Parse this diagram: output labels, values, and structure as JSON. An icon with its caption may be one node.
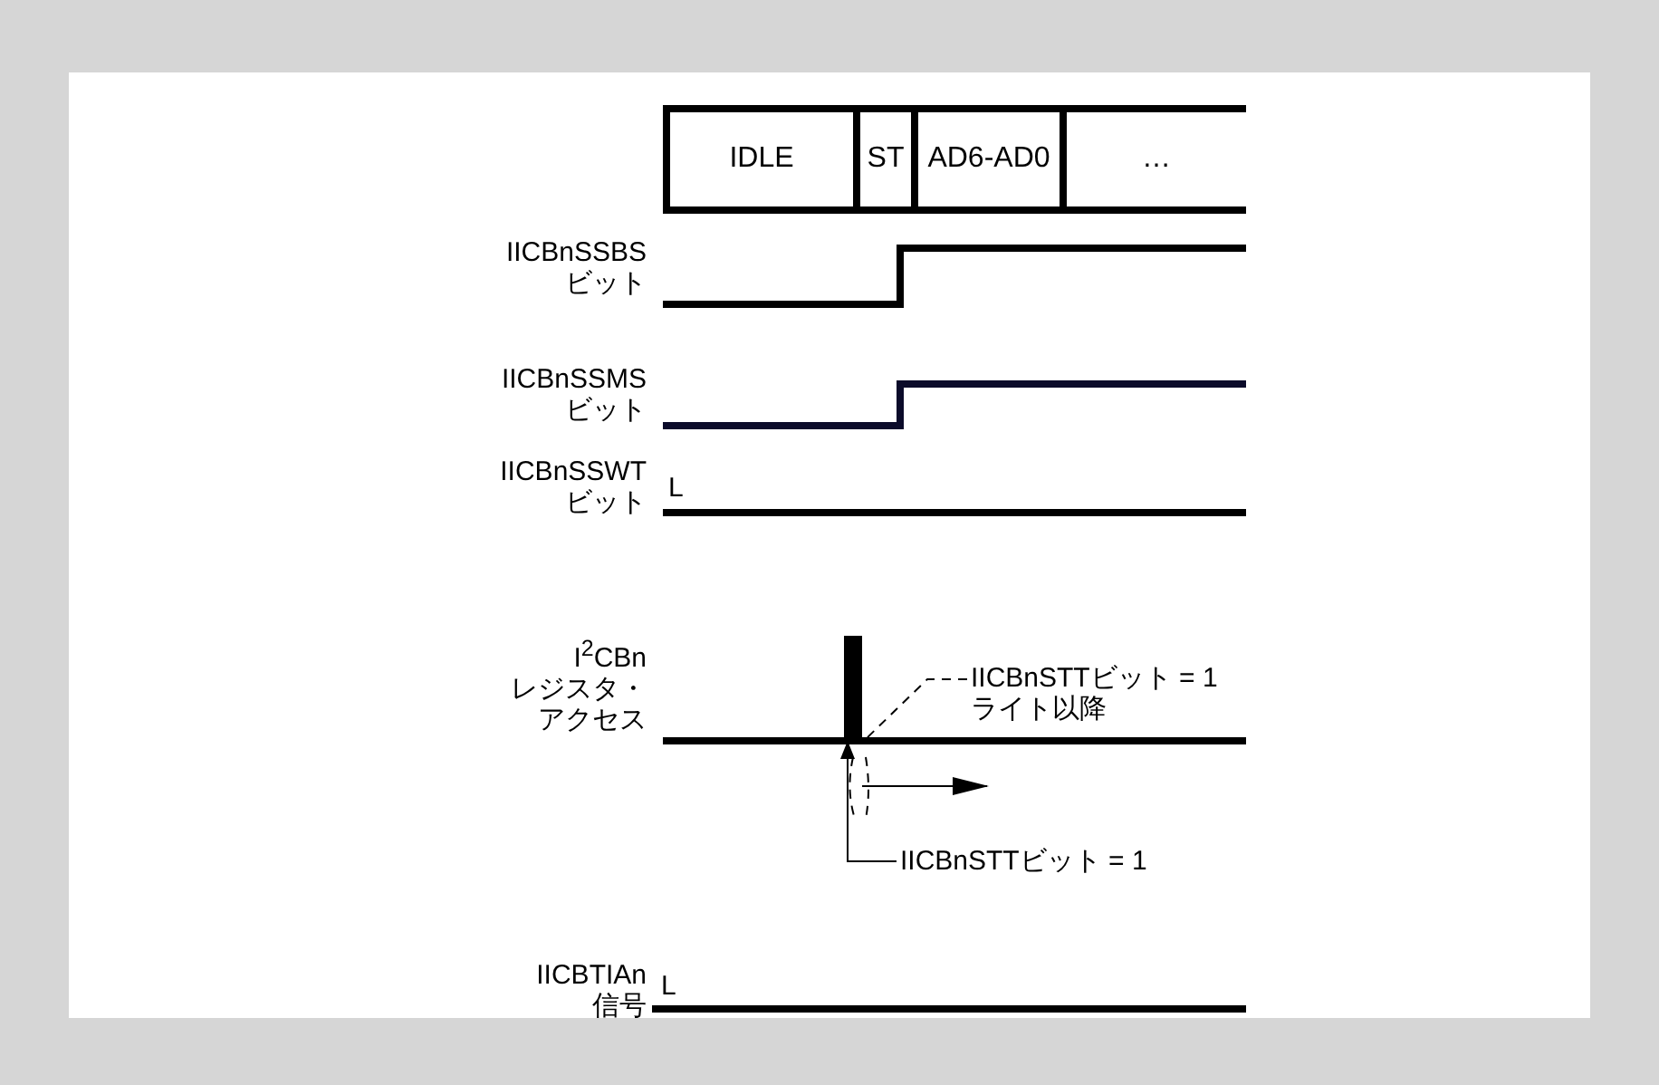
{
  "diagram": {
    "nodes": [
      {
        "text": [
          "IDLE"
        ]
      },
      {
        "text": [
          "ST"
        ]
      },
      {
        "text": [
          "AD6-AD0"
        ]
      },
      {
        "text": [
          "…"
        ]
      },
      {
        "text": [
          "IICBnSTTビット = 1ライト以降"
        ]
      },
      {
        "text": [],
        "shape": "bar"
      },
      {
        "text": [
          "IICBnSTTビット = 1"
        ]
      }
    ],
    "edges": [
      {
        "from": 6,
        "to": 5,
        "arrow": "to"
      },
      {
        "from": 4,
        "to": 5,
        "arrow": "none",
        "style": "dashed"
      }
    ],
    "labels": [
      "IICBnSSBS ビット",
      "IICBnSSMS ビット",
      "IICBnSSWT ビット",
      "L",
      "I$^{2}$CBn レジスタ・アクセス",
      "IICBTIAn 信号",
      "L"
    ]
  }
}
